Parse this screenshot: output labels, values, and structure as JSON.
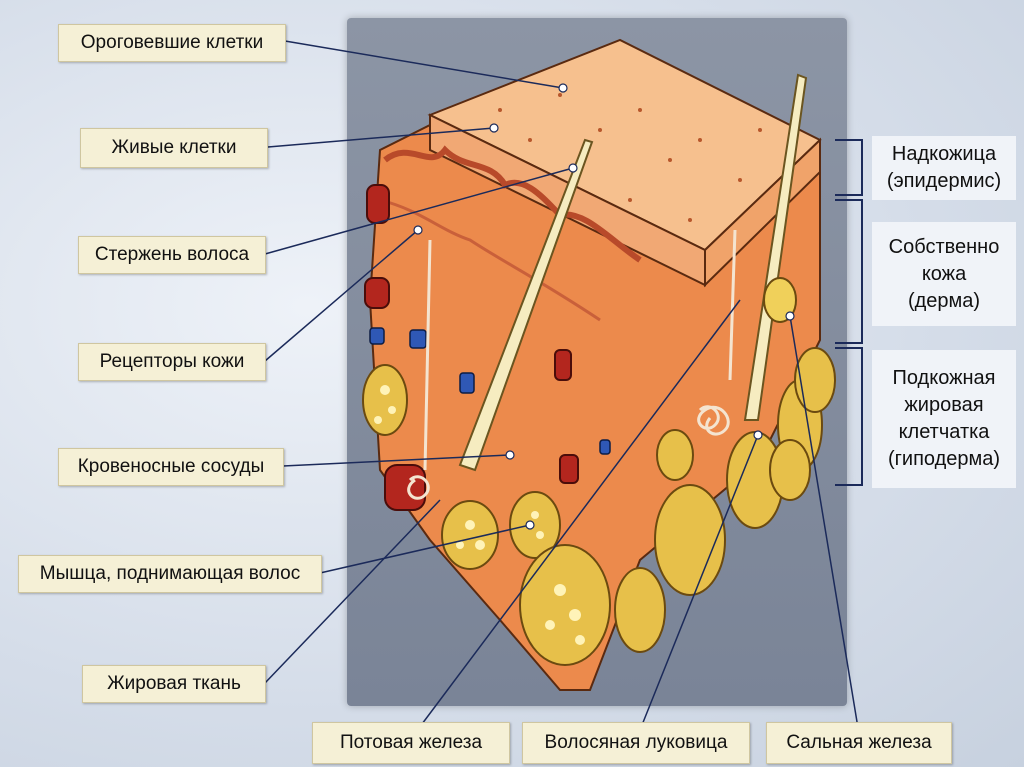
{
  "left_labels": [
    "Ороговевшие клетки",
    "Живые клетки",
    "Стержень волоса",
    "Рецепторы кожи",
    "Кровеносные сосуды",
    "Мышца, поднимающая волос",
    "Жировая ткань"
  ],
  "bottom_labels": [
    "Потовая железа",
    "Волосяная луковица",
    "Сальная железа"
  ],
  "layers": {
    "epidermis": [
      "Надкожица",
      "(эпидермис)"
    ],
    "dermis": [
      "Собственно",
      "кожа",
      "(дерма)"
    ],
    "hypodermis": [
      "Подкожная",
      "жировая",
      "клетчатка",
      "(гиподерма)"
    ]
  },
  "colors": {
    "label_bg": "#f5f0d6",
    "panel_bg": "#7f899b",
    "skin_top": "#f4b98b",
    "dermis": "#e8834a",
    "fat": "#e9c04a"
  }
}
